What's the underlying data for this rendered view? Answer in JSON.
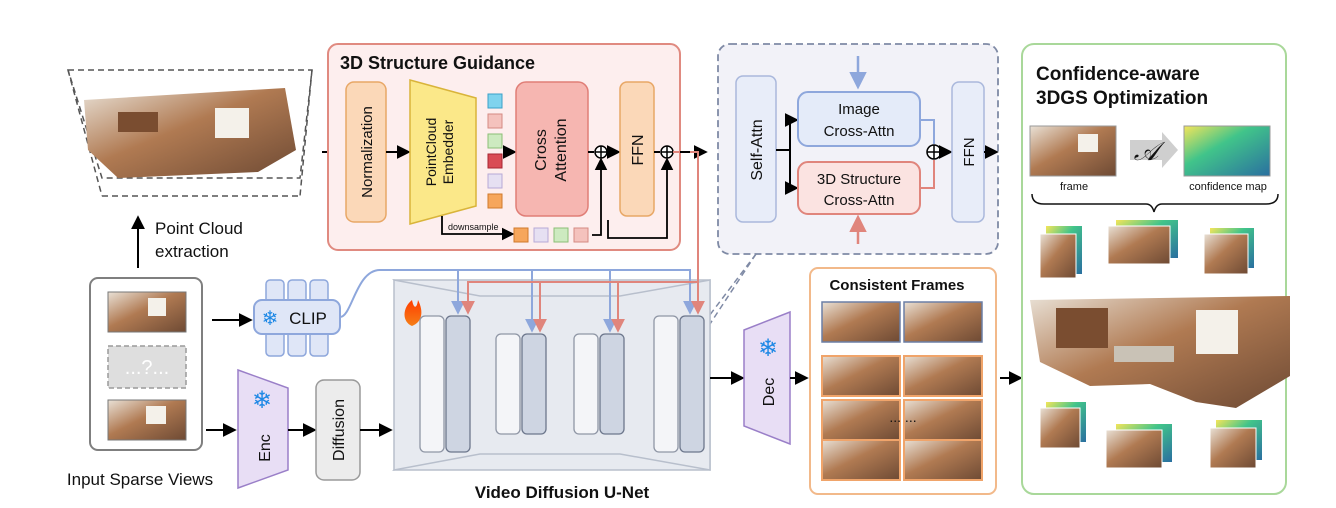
{
  "inputs": {
    "caption": "Input Sparse Views",
    "placeholder": "...?...",
    "extraction_line1": "Point Cloud",
    "extraction_line2": "extraction"
  },
  "guidance": {
    "title": "3D Structure Guidance",
    "normalization": "Normalization",
    "embedder_line1": "PointCloud",
    "embedder_line2": "Embedder",
    "cross_line1": "Cross",
    "cross_line2": "Attention",
    "ffn": "FFN",
    "downsample": "downsample"
  },
  "detail": {
    "self_attn": "Self-Attn",
    "image_line1": "Image",
    "image_line2": "Cross-Attn",
    "struct_line1": "3D Structure",
    "struct_line2": "Cross-Attn",
    "ffn": "FFN"
  },
  "unet": {
    "clip": "CLIP",
    "enc": "Enc",
    "diffusion": "Diffusion",
    "caption": "Video Diffusion U-Net"
  },
  "frames": {
    "title": "Consistent Frames",
    "dec": "Dec",
    "ellipsis": "... ..."
  },
  "optimization": {
    "title_line1": "Confidence-aware",
    "title_line2": "3DGS Optimization",
    "operator": "𝒜",
    "frame_label": "frame",
    "confidence_label": "confidence map"
  },
  "colors": {
    "guidance_bg": "#fdeeee",
    "guidance_border": "#e08a80",
    "normalization_fill": "#fbd8b8",
    "embedder_fill": "#fbe889",
    "cross_fill": "#f6b6b1",
    "ffn_fill": "#fbd8b8",
    "blue_arrow": "#8ea7dc",
    "red_arrow": "#e0857c",
    "unet_fill": "#e7eaf0",
    "frames_border": "#f2b98a",
    "opt_border": "#a9d89a"
  }
}
